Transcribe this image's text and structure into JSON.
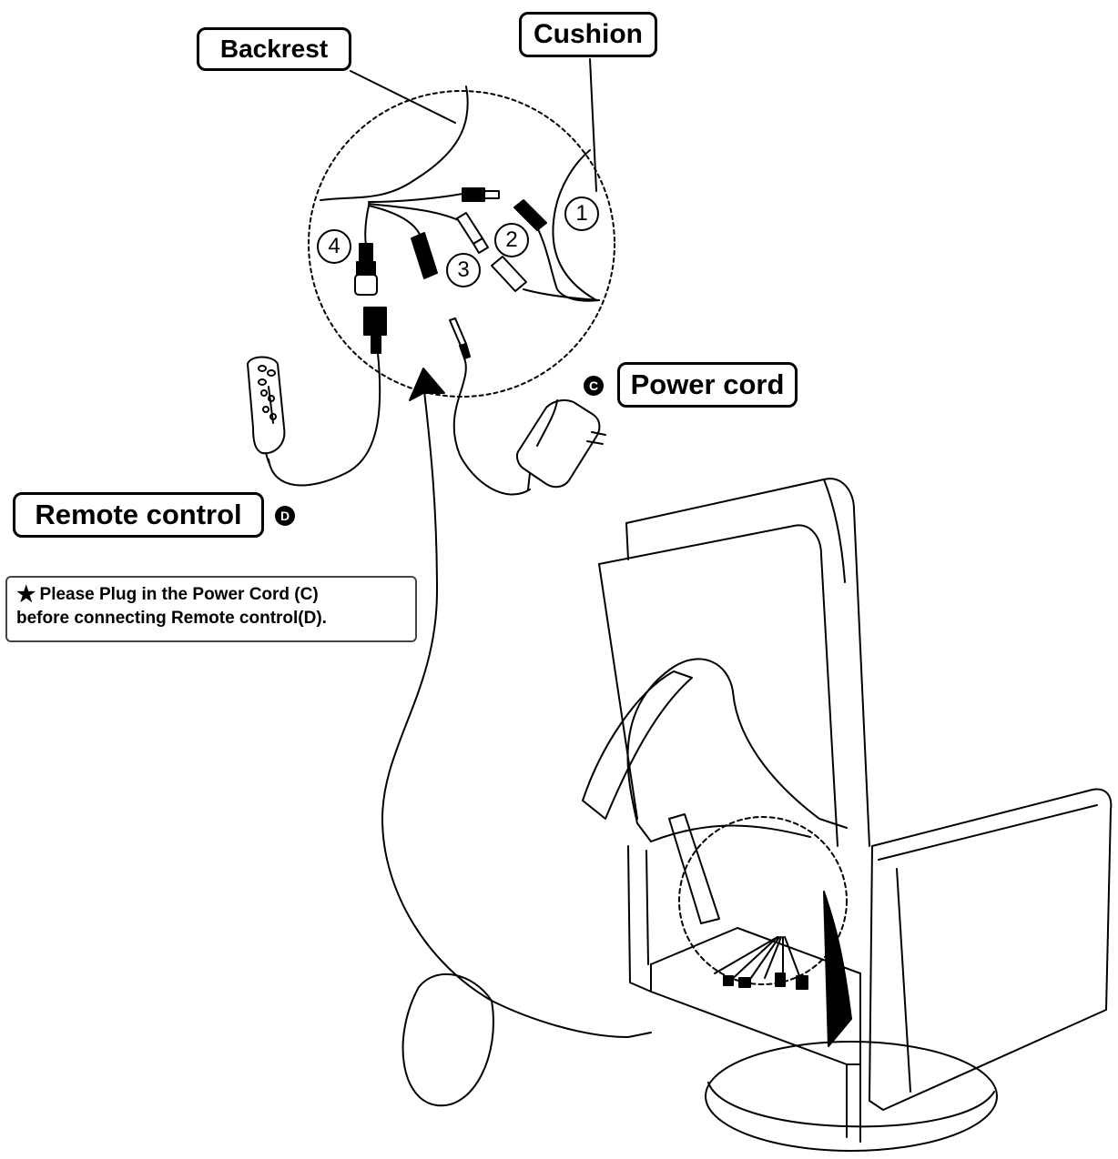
{
  "labels": {
    "backrest": "Backrest",
    "cushion": "Cushion",
    "power_cord": "Power cord",
    "remote_control": "Remote control"
  },
  "badges": {
    "power_cord": "C",
    "remote_control": "D"
  },
  "connectors": [
    "1",
    "2",
    "3",
    "4"
  ],
  "note": {
    "star_icon": "★",
    "line1": "Please Plug in the Power Cord (C)",
    "line2": "before connecting Remote control(D)."
  }
}
